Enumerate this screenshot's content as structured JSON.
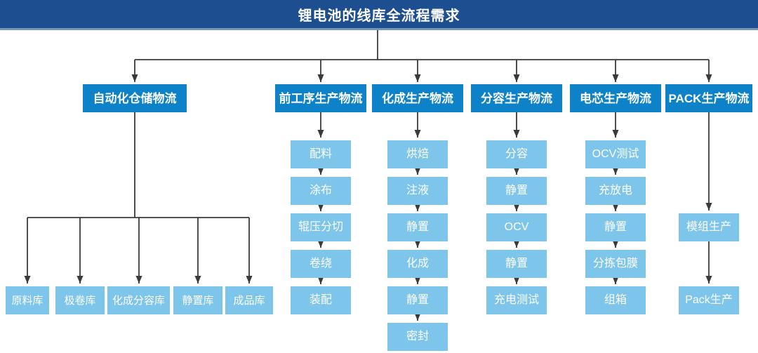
{
  "title": "锂电池的线库全流程需求",
  "colors": {
    "title_bar": "#1d4e90",
    "branch_box": "#0e82c8",
    "step_box": "#7ec5eb",
    "connector": "#3a3a3a",
    "text": "#ffffff"
  },
  "level2": [
    "自动化仓储物流",
    "前工序生产物流",
    "化成生产物流",
    "分容生产物流",
    "电芯生产物流",
    "PACK生产物流"
  ],
  "warehouses": [
    "原料库",
    "极卷库",
    "化成分容库",
    "静置库",
    "成品库"
  ],
  "flows": {
    "front": [
      "配料",
      "涂布",
      "辊压分切",
      "卷绕",
      "装配"
    ],
    "formation": [
      "烘焙",
      "注液",
      "静置",
      "化成",
      "静置",
      "密封"
    ],
    "grading": [
      "分容",
      "静置",
      "OCV",
      "静置",
      "充电测试"
    ],
    "cell": [
      "OCV测试",
      "充放电",
      "静置",
      "分拣包膜",
      "组箱"
    ],
    "pack": [
      "模组生产",
      "Pack生产"
    ]
  }
}
